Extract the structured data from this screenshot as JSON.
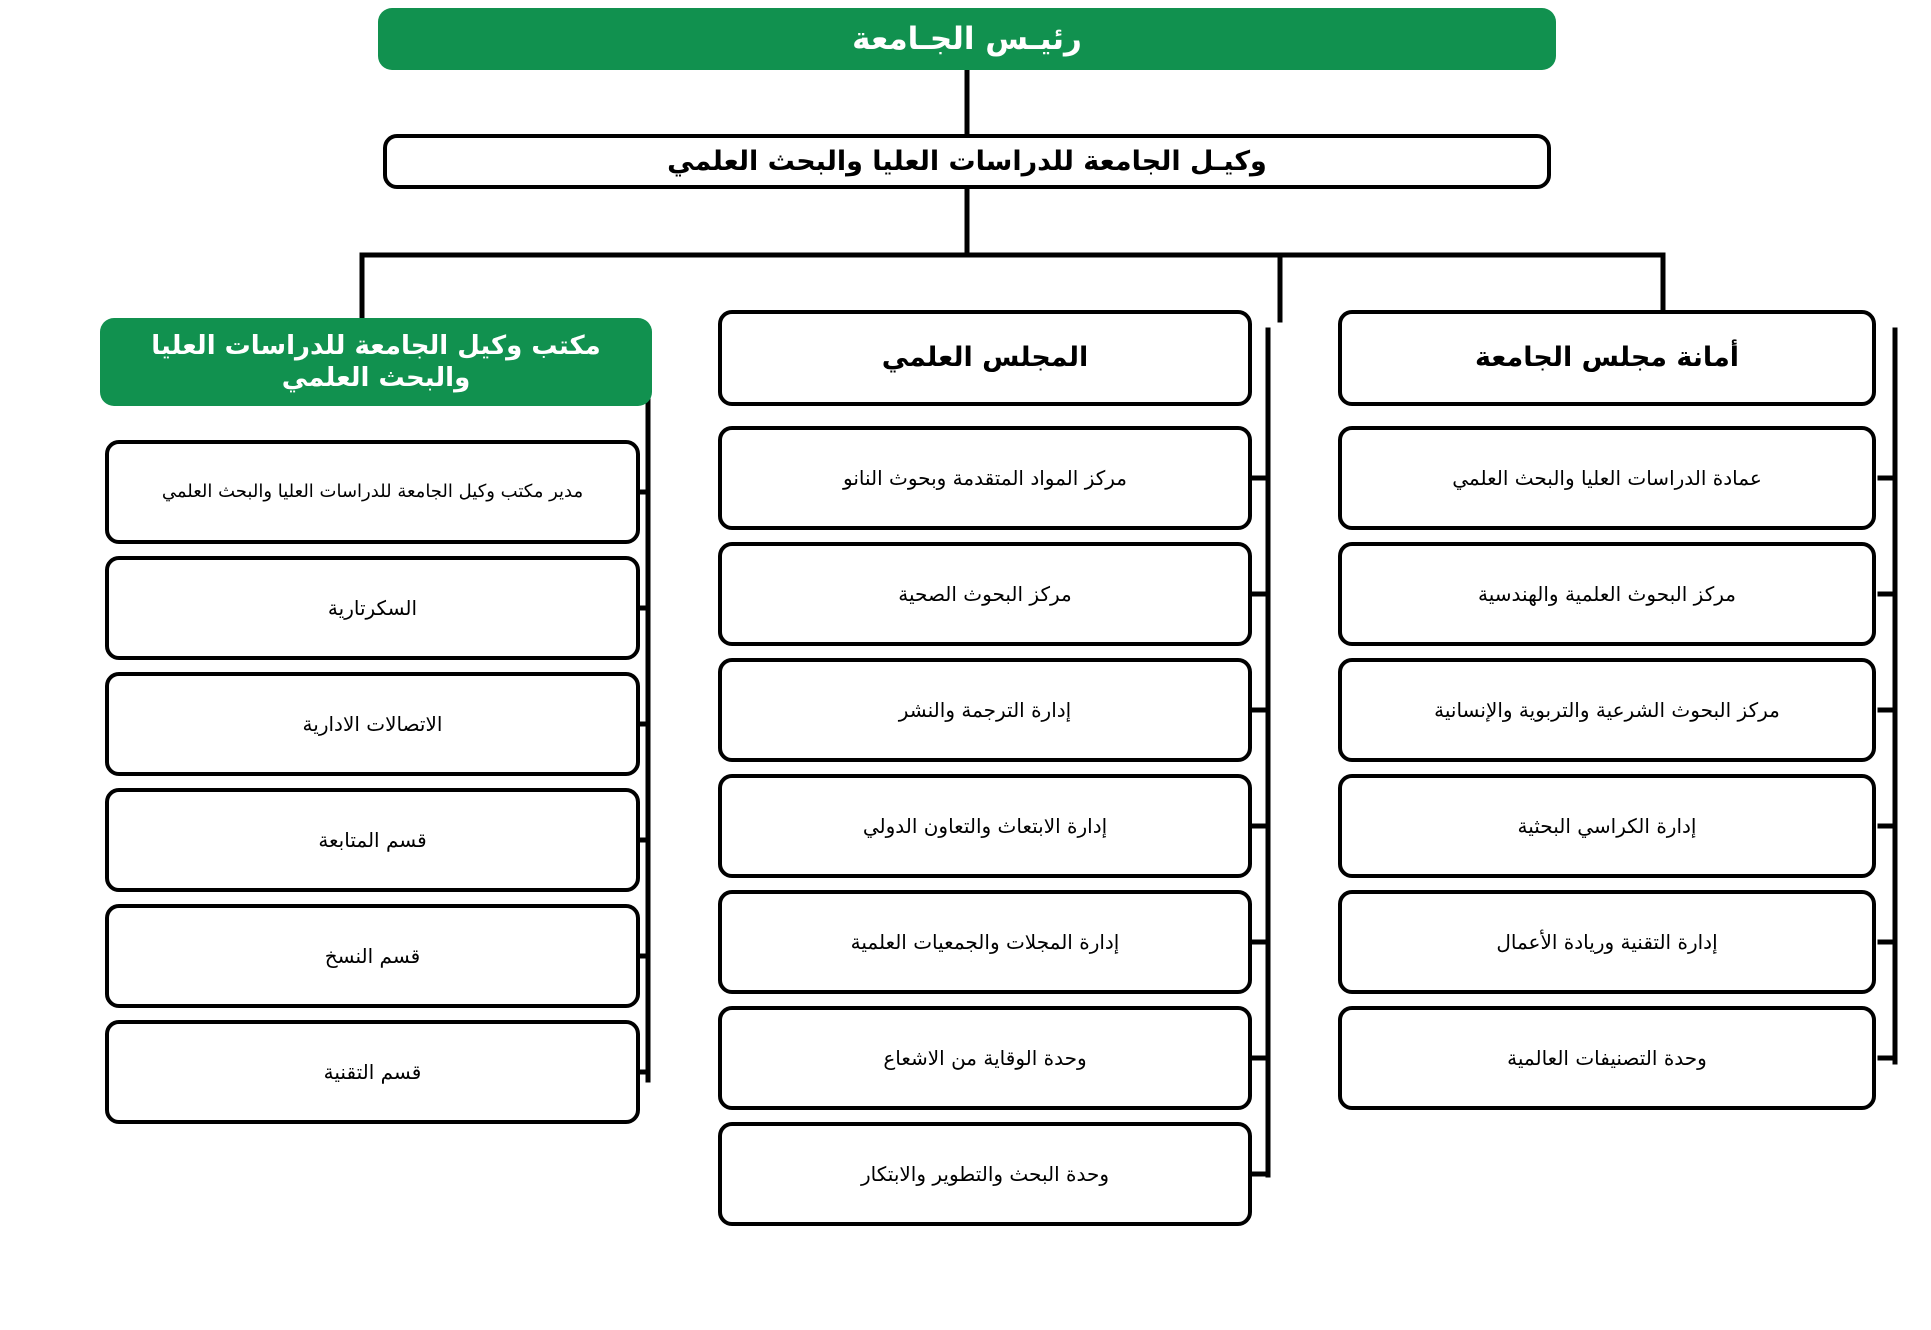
{
  "meta": {
    "title": "الهيكل التنظيمي - وكالة الجامعة للدراسات العليا والبحث العلمي",
    "accent_green": "#11914f",
    "line_color": "#000000",
    "background": "#ffffff",
    "text_color": "#000000",
    "green_text_color": "#ffffff"
  },
  "root": {
    "label": "رئيـس الجـامعة"
  },
  "vice_president": {
    "label": "وكيـل الجامعة للدراسات العليا والبحث العلمي"
  },
  "columns": [
    {
      "key": "office",
      "header": {
        "label": "مكتب وكيل الجامعة للدراسات العليا والبحث العلمي",
        "highlighted": true
      },
      "items": [
        {
          "label": "مدير مكتب وكيل الجامعة للدراسات العليا والبحث العلمي"
        },
        {
          "label": "السكرتارية"
        },
        {
          "label": "الاتصالات الادارية"
        },
        {
          "label": "قسم المتابعة"
        },
        {
          "label": "قسم النسخ"
        },
        {
          "label": "قسم التقنية"
        }
      ]
    },
    {
      "key": "scientific-council",
      "header": {
        "label": "المجلس العلمي",
        "highlighted": false
      },
      "items": [
        {
          "label": "مركز المواد المتقدمة وبحوث النانو"
        },
        {
          "label": "مركز البحوث الصحية"
        },
        {
          "label": "إدارة الترجمة والنشر"
        },
        {
          "label": "إدارة الابتعاث والتعاون الدولي"
        },
        {
          "label": "إدارة المجلات والجمعيات العلمية"
        },
        {
          "label": "وحدة الوقاية من الاشعاع"
        },
        {
          "label": "وحدة البحث والتطوير والابتكار"
        }
      ]
    },
    {
      "key": "university-council-secretariat",
      "header": {
        "label": "أمانة مجلس الجامعة",
        "highlighted": false
      },
      "items": [
        {
          "label": "عمادة الدراسات العليا والبحث العلمي"
        },
        {
          "label": "مركز البحوث العلمية والهندسية"
        },
        {
          "label": "مركز البحوث الشرعية والتربوية والإنسانية"
        },
        {
          "label": "إدارة الكراسي البحثية"
        },
        {
          "label": "إدارة التقنية وريادة الأعمال"
        },
        {
          "label": "وحدة التصنيفات العالمية"
        }
      ]
    }
  ]
}
